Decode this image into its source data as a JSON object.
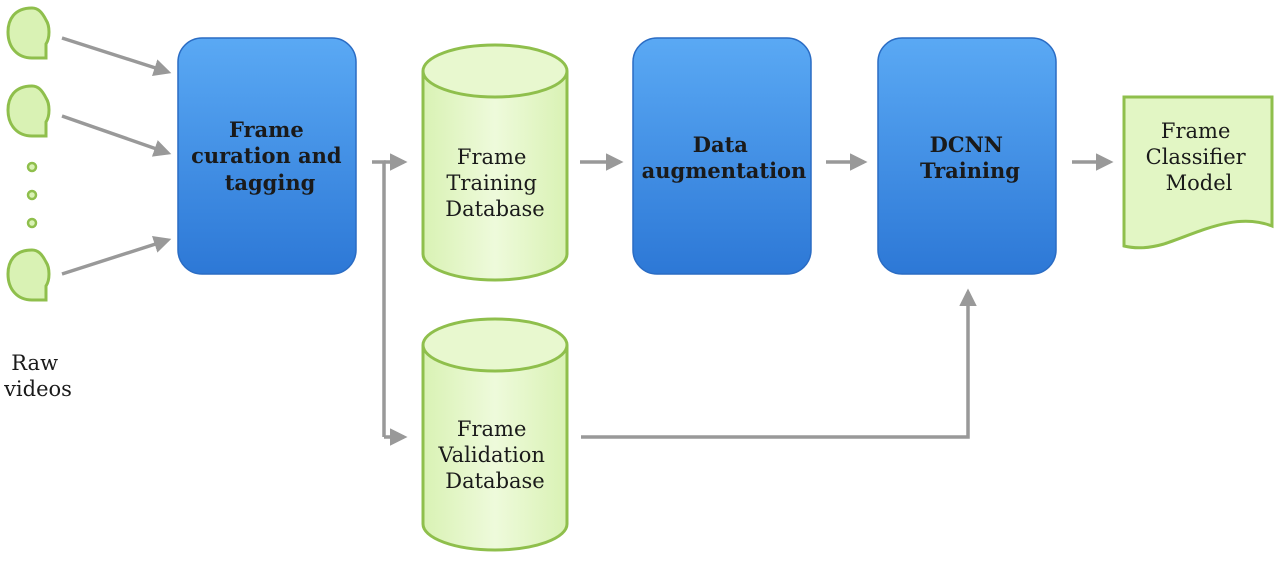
{
  "raw_videos": {
    "line1": "Raw",
    "line2": "videos"
  },
  "curation": {
    "line1": "Frame",
    "line2": "curation and",
    "line3": "tagging"
  },
  "training_db": {
    "line1": "Frame",
    "line2": "Training",
    "line3": "Database"
  },
  "augmentation": {
    "line1": "Data",
    "line2": "augmentation"
  },
  "dcnn": {
    "line1": "DCNN",
    "line2": "Training"
  },
  "model": {
    "line1": "Frame",
    "line2": "Classifier",
    "line3": "Model"
  },
  "validation_db": {
    "line1": "Frame",
    "line2": "Validation",
    "line3": "Database"
  },
  "colors": {
    "blue_top": "#5aa7f2",
    "blue_bottom": "#2f7ad8",
    "green_fill": "#e2f6c4",
    "green_stroke": "#8fbf4c",
    "arrow": "#999999"
  }
}
